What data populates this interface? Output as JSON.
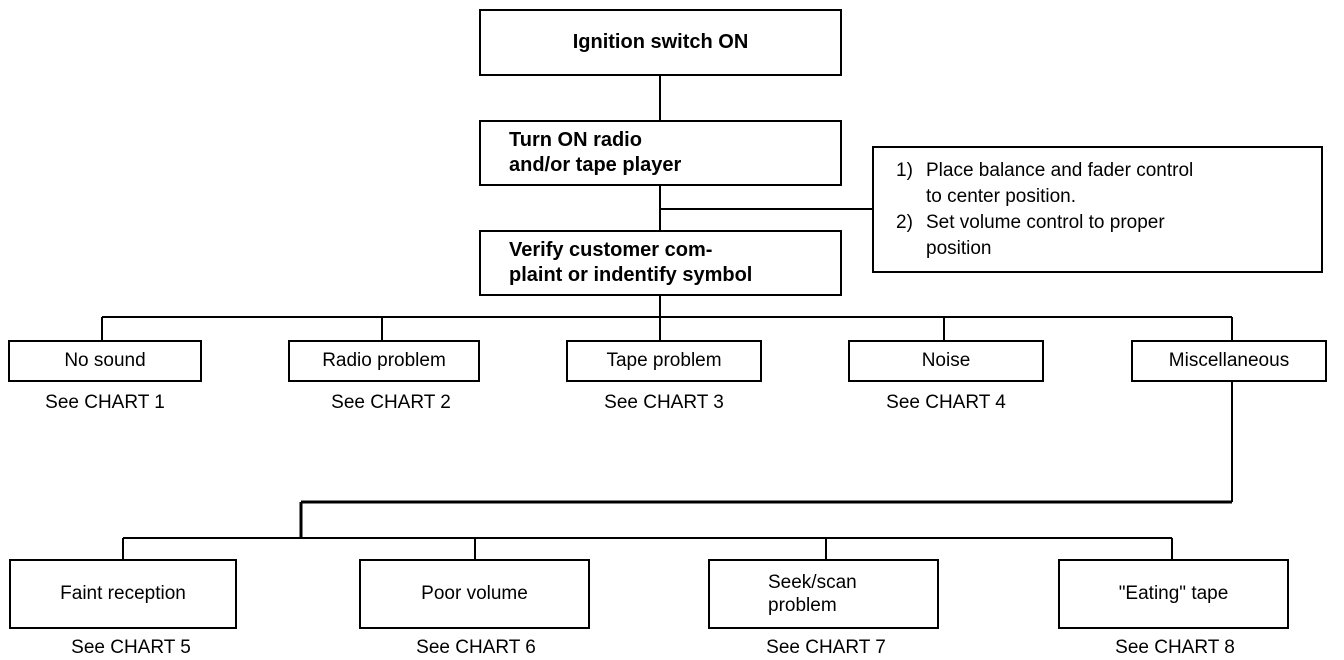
{
  "flow": {
    "start": "Ignition switch ON",
    "step2": [
      "Turn ON radio",
      "and/or tape player"
    ],
    "step3": [
      "Verify customer com-",
      "plaint or indentify symbol"
    ],
    "note": {
      "item1": [
        "1)",
        "Place balance and fader control",
        "to center position."
      ],
      "item2": [
        "2)",
        "Set volume control to proper",
        "position"
      ]
    }
  },
  "categories": [
    {
      "label": "No sound",
      "chart": "See CHART 1"
    },
    {
      "label": "Radio problem",
      "chart": "See CHART 2"
    },
    {
      "label": "Tape problem",
      "chart": "See CHART 3"
    },
    {
      "label": "Noise",
      "chart": "See CHART 4"
    },
    {
      "label": "Miscellaneous"
    }
  ],
  "misc_items": [
    {
      "label": "Faint reception",
      "chart": "See CHART 5"
    },
    {
      "label": "Poor volume",
      "chart": "See CHART 6"
    },
    {
      "label_lines": [
        "Seek/scan",
        "problem"
      ],
      "chart": "See CHART 7"
    },
    {
      "label": "\"Eating\" tape",
      "chart": "See CHART 8"
    }
  ]
}
